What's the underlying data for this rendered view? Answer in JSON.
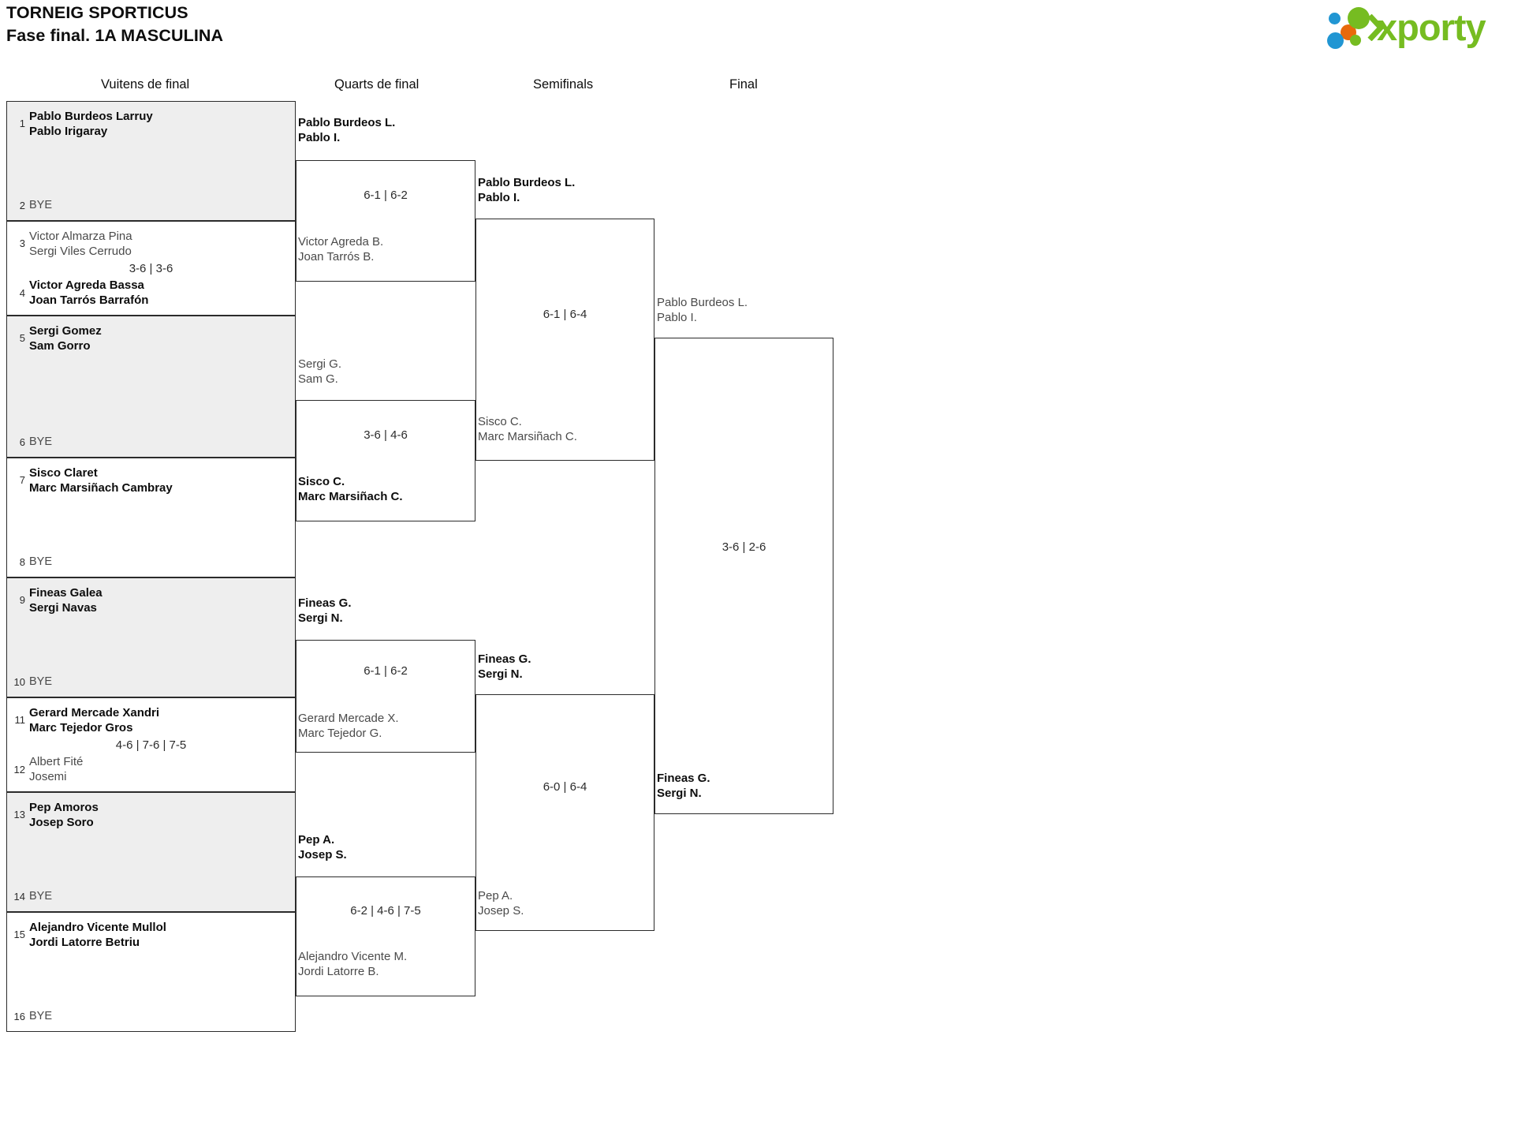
{
  "header": {
    "title_line1": "TORNEIG SPORTICUS",
    "title_line2": "Fase final. 1A MASCULINA",
    "logo_text": "xporty"
  },
  "rounds": [
    {
      "id": "round-of-16",
      "label": "Vuitens de final"
    },
    {
      "id": "quarterfinals",
      "label": "Quarts de final"
    },
    {
      "id": "semifinals",
      "label": "Semifinals"
    },
    {
      "id": "final",
      "label": "Final"
    }
  ],
  "round1": {
    "matches": [
      {
        "top": {
          "seed": "1",
          "line1": "Pablo Burdeos Larruy",
          "line2": "Pablo Irigaray",
          "result": "winner"
        },
        "bottom": {
          "seed": "2",
          "line1": "BYE",
          "line2": "",
          "result": "bye"
        },
        "score": ""
      },
      {
        "top": {
          "seed": "3",
          "line1": "Victor Almarza Pina",
          "line2": "Sergi Viles Cerrudo",
          "result": "loser"
        },
        "bottom": {
          "seed": "4",
          "line1": "Victor Agreda Bassa",
          "line2": "Joan Tarrós Barrafón",
          "result": "winner"
        },
        "score": "3-6 | 3-6"
      },
      {
        "top": {
          "seed": "5",
          "line1": "Sergi Gomez",
          "line2": "Sam Gorro",
          "result": "winner"
        },
        "bottom": {
          "seed": "6",
          "line1": "BYE",
          "line2": "",
          "result": "bye"
        },
        "score": ""
      },
      {
        "top": {
          "seed": "7",
          "line1": "Sisco Claret",
          "line2": "Marc Marsiñach Cambray",
          "result": "winner"
        },
        "bottom": {
          "seed": "8",
          "line1": "BYE",
          "line2": "",
          "result": "bye"
        },
        "score": ""
      },
      {
        "top": {
          "seed": "9",
          "line1": "Fineas Galea",
          "line2": "Sergi Navas",
          "result": "winner"
        },
        "bottom": {
          "seed": "10",
          "line1": "BYE",
          "line2": "",
          "result": "bye"
        },
        "score": ""
      },
      {
        "top": {
          "seed": "11",
          "line1": "Gerard Mercade Xandri",
          "line2": "Marc Tejedor Gros",
          "result": "winner"
        },
        "bottom": {
          "seed": "12",
          "line1": "Albert Fité",
          "line2": "Josemi",
          "result": "loser"
        },
        "score": "4-6 | 7-6 | 7-5"
      },
      {
        "top": {
          "seed": "13",
          "line1": "Pep Amoros",
          "line2": "Josep Soro",
          "result": "winner"
        },
        "bottom": {
          "seed": "14",
          "line1": "BYE",
          "line2": "",
          "result": "bye"
        },
        "score": ""
      },
      {
        "top": {
          "seed": "15",
          "line1": "Alejandro Vicente Mullol",
          "line2": "Jordi Latorre Betriu",
          "result": "winner"
        },
        "bottom": {
          "seed": "16",
          "line1": "BYE",
          "line2": "",
          "result": "bye"
        },
        "score": ""
      }
    ]
  },
  "round2": {
    "matches": [
      {
        "top": {
          "line1": "Pablo Burdeos L.",
          "line2": "Pablo I.",
          "result": "winner"
        },
        "bottom": {
          "line1": "Victor Agreda B.",
          "line2": "Joan Tarrós B.",
          "result": "loser"
        },
        "score": "6-1 | 6-2"
      },
      {
        "top": {
          "line1": "Sergi G.",
          "line2": "Sam G.",
          "result": "loser"
        },
        "bottom": {
          "line1": "Sisco C.",
          "line2": "Marc Marsiñach C.",
          "result": "winner"
        },
        "score": "3-6 | 4-6"
      },
      {
        "top": {
          "line1": "Fineas G.",
          "line2": "Sergi N.",
          "result": "winner"
        },
        "bottom": {
          "line1": "Gerard Mercade X.",
          "line2": "Marc Tejedor G.",
          "result": "loser"
        },
        "score": "6-1 | 6-2"
      },
      {
        "top": {
          "line1": "Pep A.",
          "line2": "Josep S.",
          "result": "winner"
        },
        "bottom": {
          "line1": "Alejandro Vicente M.",
          "line2": "Jordi Latorre B.",
          "result": "loser"
        },
        "score": "6-2 | 4-6 | 7-5"
      }
    ]
  },
  "round3": {
    "matches": [
      {
        "top": {
          "line1": "Pablo Burdeos L.",
          "line2": "Pablo I.",
          "result": "winner"
        },
        "bottom": {
          "line1": "Sisco C.",
          "line2": "Marc Marsiñach C.",
          "result": "loser"
        },
        "score": "6-1 | 6-4"
      },
      {
        "top": {
          "line1": "Fineas G.",
          "line2": "Sergi N.",
          "result": "winner"
        },
        "bottom": {
          "line1": "Pep A.",
          "line2": "Josep S.",
          "result": "loser"
        },
        "score": "6-0 | 6-4"
      }
    ]
  },
  "round4": {
    "matches": [
      {
        "top": {
          "line1": "Pablo Burdeos L.",
          "line2": "Pablo I.",
          "result": "loser"
        },
        "bottom": {
          "line1": "Fineas G.",
          "line2": "Sergi N.",
          "result": "winner"
        },
        "score": "3-6 | 2-6"
      }
    ]
  }
}
